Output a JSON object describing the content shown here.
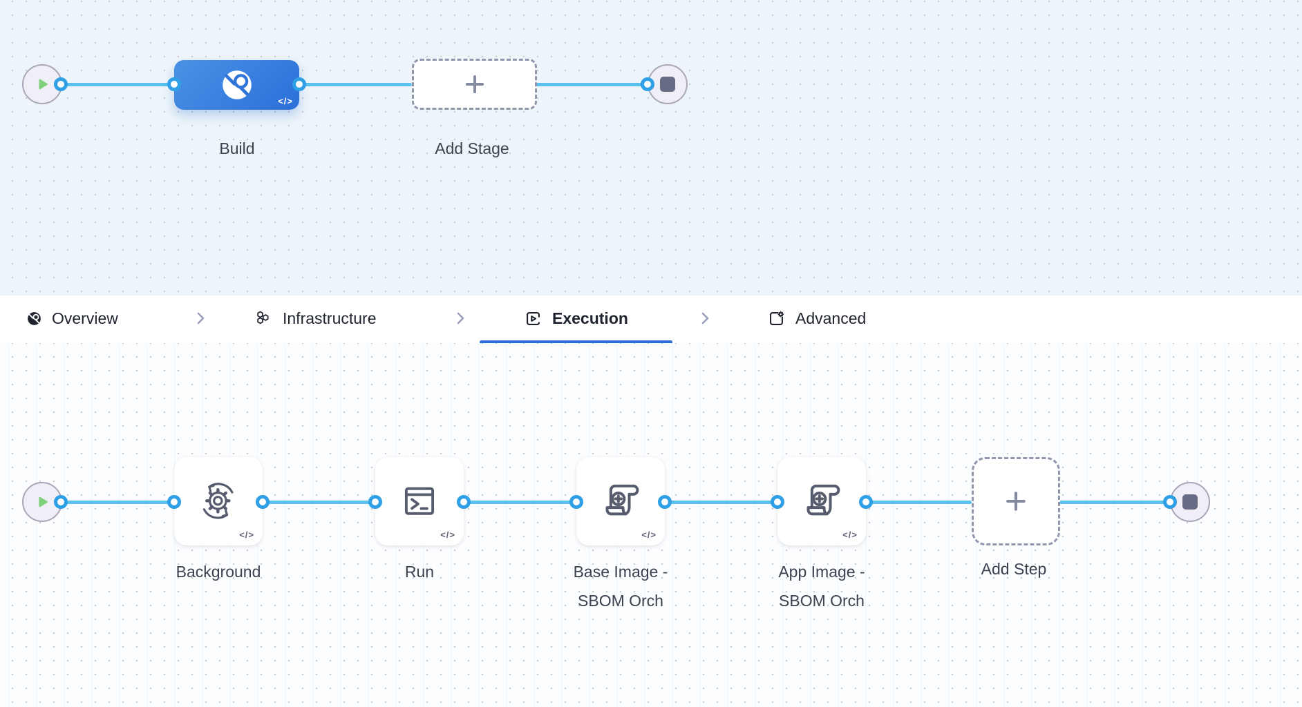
{
  "stage_pipeline": {
    "stage": {
      "label": "Build",
      "code_badge": "</>"
    },
    "add_stage": {
      "label": "Add Stage"
    }
  },
  "tabs": {
    "items": [
      {
        "label": "Overview",
        "icon": "ci-circle-icon",
        "active": false
      },
      {
        "label": "Infrastructure",
        "icon": "hexagons-icon",
        "active": false
      },
      {
        "label": "Execution",
        "icon": "play-square-icon",
        "active": true
      },
      {
        "label": "Advanced",
        "icon": "square-gear-icon",
        "active": false
      }
    ]
  },
  "execution_pipeline": {
    "steps": [
      {
        "label": "Background",
        "icon": "sync-gear-icon",
        "code_badge": "</>"
      },
      {
        "label": "Run",
        "icon": "terminal-icon",
        "code_badge": "</>"
      },
      {
        "label": "Base Image - SBOM Orch",
        "icon": "scroll-plus-icon",
        "code_badge": "</>"
      },
      {
        "label": "App Image - SBOM Orch",
        "icon": "scroll-plus-icon",
        "code_badge": "</>"
      }
    ],
    "add_step": {
      "label": "Add Step"
    }
  },
  "colors": {
    "edge": "#5ac0ee",
    "port_ring": "#2f9fe6",
    "stage_gradient_start": "#4a92e6",
    "stage_gradient_end": "#2b6fd8",
    "active_tab_underline": "#2c6bd8",
    "play_green": "#7fd27a",
    "canvas_top_bg": "#eef5fa",
    "canvas_bottom_bg": "#fcfdff"
  }
}
